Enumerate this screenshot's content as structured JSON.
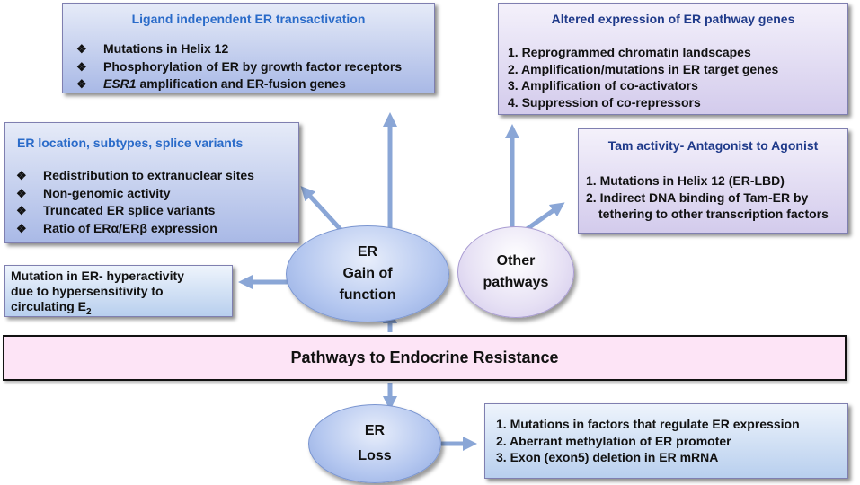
{
  "banner": "Pathways to Endocrine Resistance",
  "boxes": {
    "ligand": {
      "title": "Ligand independent ER transactivation",
      "items": [
        "Mutations in Helix 12",
        "Phosphorylation of ER by growth factor receptors",
        "amplification and ER-fusion genes"
      ],
      "item3_italic": "ESR1"
    },
    "location": {
      "title": "ER location, subtypes, splice variants",
      "items": [
        "Redistribution to extranuclear sites",
        "Non-genomic activity",
        "Truncated ER splice variants",
        "Ratio of ERα/ERβ expression"
      ]
    },
    "mutation": {
      "lines": [
        "Mutation in ER- hyperactivity",
        "due to hypersensitivity to",
        "circulating E"
      ],
      "subscript": "2"
    },
    "altered": {
      "title": "Altered expression of ER pathway genes",
      "items": [
        "1. Reprogrammed chromatin landscapes",
        "2. Amplification/mutations  in ER target genes",
        "3. Amplification of co-activators",
        "4. Suppression of co-repressors"
      ]
    },
    "tam": {
      "title": "Tam activity- Antagonist to Agonist",
      "items": [
        "1. Mutations in Helix 12 (ER-LBD)",
        "2. Indirect DNA binding of Tam-ER by",
        "tethering to other transcription factors"
      ]
    },
    "loss": {
      "items": [
        "1. Mutations in factors that regulate ER expression",
        "2. Aberrant methylation of ER promoter",
        "3. Exon (exon5) deletion in ER mRNA"
      ]
    }
  },
  "ellipses": {
    "gain": [
      "ER",
      "Gain of",
      "function"
    ],
    "other": [
      "Other",
      "pathways"
    ],
    "loss": [
      "ER",
      "Loss"
    ]
  },
  "bullet_glyph": "❖",
  "colors": {
    "arrow": "#8aa6d6",
    "title_blue": "#2a6bc9",
    "title_navy": "#1f3a8a",
    "banner_fill": "#fde4f6"
  }
}
